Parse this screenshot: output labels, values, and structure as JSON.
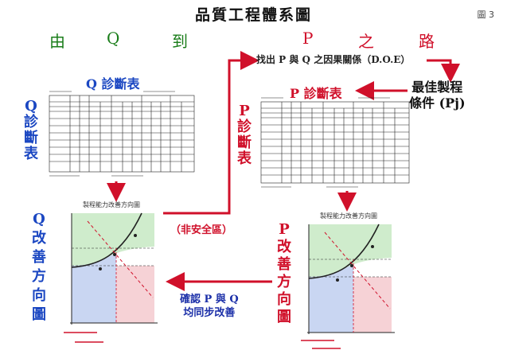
{
  "title": "品質工程體系圖",
  "figure_no": "圖 3",
  "subtitle": {
    "from": "由",
    "q": "Q",
    "to": "到",
    "p": "P",
    "of": "之",
    "road": "路"
  },
  "q_side": {
    "table_title": "Q 診斷表",
    "vertical_label": [
      "Q",
      "診",
      "斷",
      "表"
    ],
    "direction_label": [
      "Q",
      "改",
      "善",
      "方",
      "向",
      "圖"
    ],
    "chart_caption": "製程能力改善方向圖"
  },
  "p_side": {
    "table_title": "P 診斷表",
    "vertical_label": [
      "P",
      "診",
      "斷",
      "表"
    ],
    "direction_label": [
      "P",
      "改",
      "善",
      "方",
      "向",
      "圖"
    ],
    "chart_caption": "製程能力改善方向圖"
  },
  "flow": {
    "doe": "找出 P 與 Q 之因果關係（D.O.E）",
    "best_line1": "最佳製程",
    "best_line2": "條件 (Pj)",
    "unsafe": "（非安全區）",
    "confirm_line1": "確認 P 與 Q",
    "confirm_line2": "均同步改善"
  },
  "colors": {
    "red": "#d0102a",
    "blue": "#1b47c2",
    "green": "#1a7d1a"
  }
}
